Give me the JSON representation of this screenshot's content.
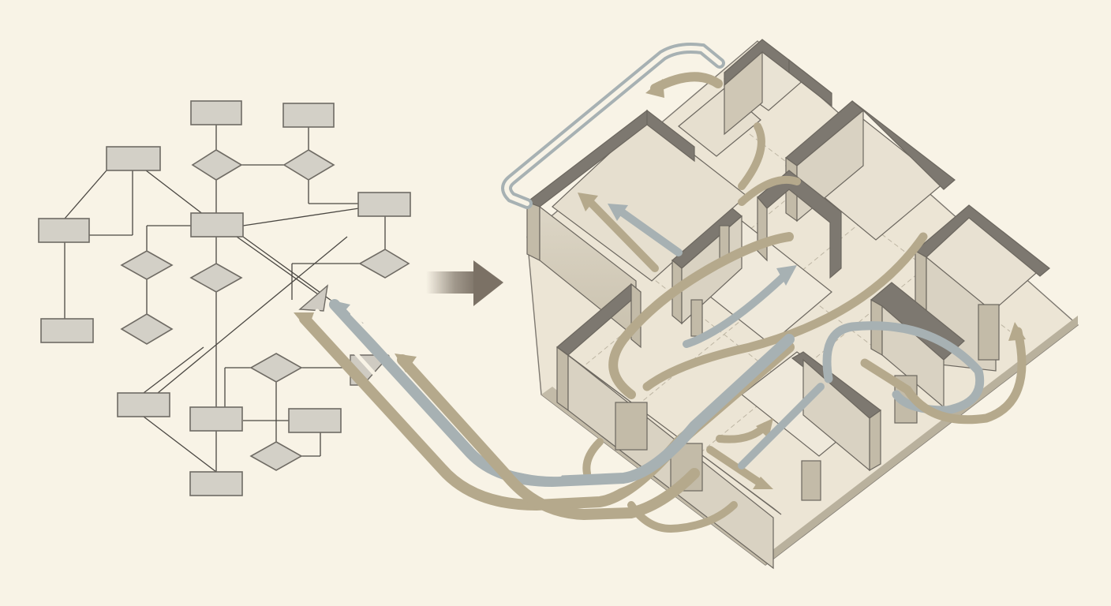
{
  "colors": {
    "background": "#f8f3e6",
    "node_fill": "#d3d0c7",
    "node_stroke": "#6f6b64",
    "line": "#4a4742",
    "wall_top": "#7d7870",
    "wall_face": "#d9d2c2",
    "wall_side": "#c3bba8",
    "floor": "#efe9db",
    "floor_line": "#bdb5a3",
    "arrow_tan": "#b5a98c",
    "arrow_blue": "#a7b1b3",
    "transform_arrow": "#7b7165"
  },
  "flowchart": {
    "rect_nodes": [
      "n1",
      "n2",
      "n3",
      "n4",
      "n5",
      "n6",
      "n7",
      "n8",
      "n9",
      "n10",
      "n11"
    ],
    "diamond_nodes": [
      "d1",
      "d2",
      "d3",
      "d4",
      "d5",
      "d6",
      "d7",
      "d8",
      "d9"
    ]
  },
  "floor_plan": {
    "rooms": [
      "room-a",
      "room-b",
      "room-c",
      "room-d",
      "room-e",
      "room-f",
      "room-g",
      "room-h"
    ]
  },
  "flows": {
    "tan": [
      "flow-1",
      "flow-2",
      "flow-3",
      "flow-4",
      "flow-5",
      "flow-6"
    ],
    "blue": [
      "flow-7",
      "flow-8",
      "flow-9"
    ]
  }
}
